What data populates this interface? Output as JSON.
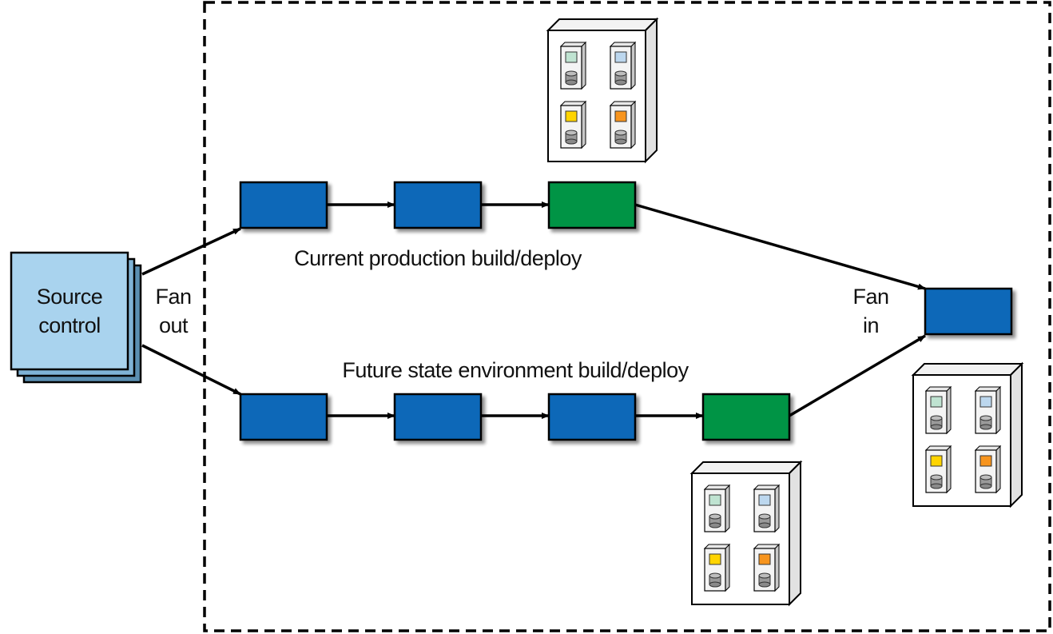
{
  "source": {
    "line1": "Source",
    "line2": "control"
  },
  "fan_out": {
    "line1": "Fan",
    "line2": "out"
  },
  "fan_in": {
    "line1": "Fan",
    "line2": "in"
  },
  "top_pipeline": {
    "label": "Current production build/deploy"
  },
  "bottom_pipeline": {
    "label": "Future state environment build/deploy"
  },
  "colors": {
    "stage_blue": "#0868b8",
    "stage_green": "#009444",
    "source_fill": "#a9d3ee",
    "stroke": "#000000",
    "indicator_mint": "#bfe3d1",
    "indicator_lightblue": "#bcd7ee",
    "indicator_yellow": "#ffd400",
    "indicator_orange": "#f7941d"
  }
}
